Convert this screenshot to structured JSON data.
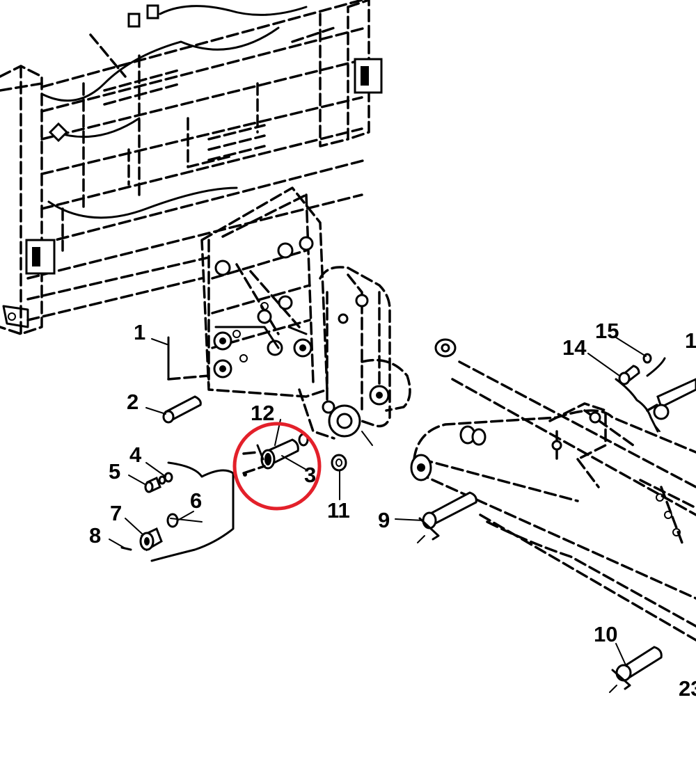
{
  "callouts": [
    {
      "id": "1",
      "text": "1"
    },
    {
      "id": "2",
      "text": "2"
    },
    {
      "id": "3",
      "text": "3"
    },
    {
      "id": "4",
      "text": "4"
    },
    {
      "id": "5",
      "text": "5"
    },
    {
      "id": "6",
      "text": "6"
    },
    {
      "id": "7",
      "text": "7"
    },
    {
      "id": "8",
      "text": "8"
    },
    {
      "id": "9",
      "text": "9"
    },
    {
      "id": "10",
      "text": "10"
    },
    {
      "id": "11",
      "text": "11"
    },
    {
      "id": "12",
      "text": "12"
    },
    {
      "id": "14",
      "text": "14"
    },
    {
      "id": "15",
      "text": "15"
    },
    {
      "id": "16",
      "text": "1"
    },
    {
      "id": "23",
      "text": "23"
    }
  ],
  "highlight": {
    "target": "3",
    "color": "#e3202a"
  },
  "colors": {
    "line": "#000000",
    "background": "#ffffff"
  }
}
